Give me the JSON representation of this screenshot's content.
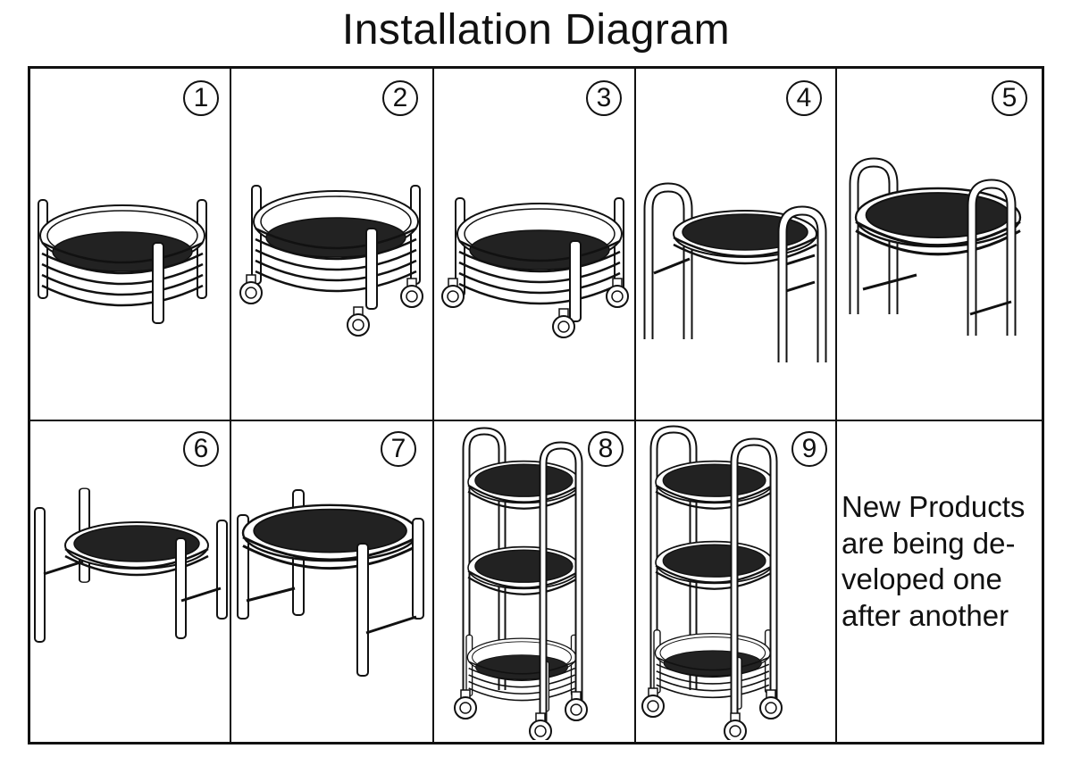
{
  "title": "Installation Diagram",
  "steps": [
    {
      "number": "1",
      "depicts": "basket-frame"
    },
    {
      "number": "2",
      "depicts": "basket-with-casters"
    },
    {
      "number": "3",
      "depicts": "basket-on-casters"
    },
    {
      "number": "4",
      "depicts": "tray-with-handles"
    },
    {
      "number": "5",
      "depicts": "tray-with-handles"
    },
    {
      "number": "6",
      "depicts": "tray-with-posts"
    },
    {
      "number": "7",
      "depicts": "tray-with-posts"
    },
    {
      "number": "8",
      "depicts": "three-tier-cart"
    },
    {
      "number": "9",
      "depicts": "three-tier-cart"
    }
  ],
  "note_lines": [
    "New Products",
    "are being de-",
    "veloped one",
    "after another"
  ],
  "colors": {
    "line": "#111111",
    "panel": "#222222",
    "background": "#ffffff"
  }
}
